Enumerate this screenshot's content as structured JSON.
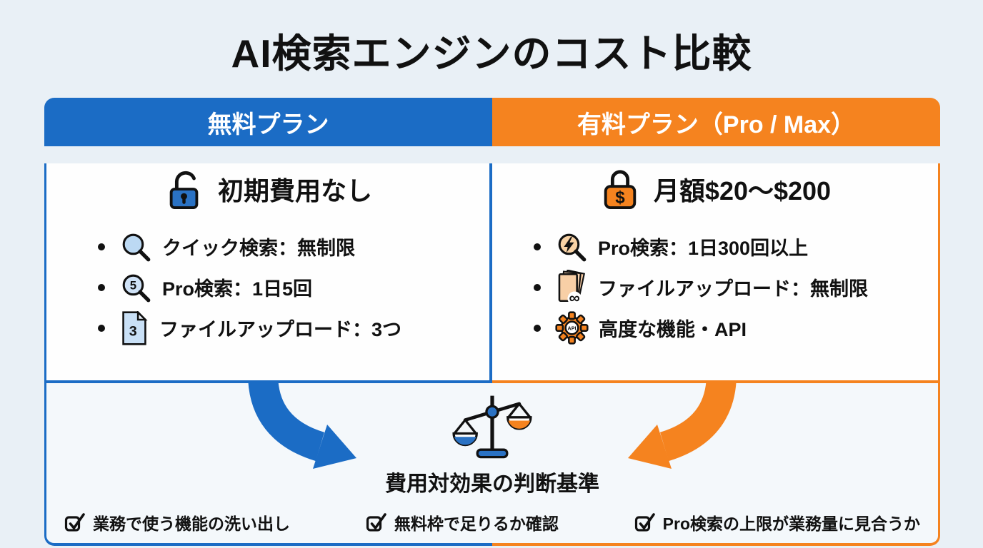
{
  "title": "AI検索エンジンのコスト比較",
  "colors": {
    "blue": "#1b6cc5",
    "orange": "#f5831f",
    "background": "#e9f0f6",
    "panel": "#f4f8fb",
    "icon_light_blue": "#bcd9f3",
    "icon_light_orange": "#f8d2a5"
  },
  "free_plan": {
    "header": "無料プラン",
    "highlight": "初期費用なし",
    "items": [
      {
        "icon": "search-icon",
        "text": "クイック検索：無制限"
      },
      {
        "icon": "search-5-icon",
        "text": "Pro検索：1日5回"
      },
      {
        "icon": "file-3-icon",
        "text": "ファイルアップロード：3つ"
      }
    ]
  },
  "paid_plan": {
    "header": "有料プラン（Pro / Max）",
    "highlight": "月額$20〜$200",
    "items": [
      {
        "icon": "bolt-search-icon",
        "text": "Pro検索：1日300回以上"
      },
      {
        "icon": "files-infinity-icon",
        "text": "ファイルアップロード：無制限"
      },
      {
        "icon": "gear-api-icon",
        "text": "高度な機能・API"
      }
    ]
  },
  "decision": {
    "heading": "費用対効果の判断基準",
    "checklist": [
      "業務で使う機能の洗い出し",
      "無料枠で足りるか確認",
      "Pro検索の上限が業務量に見合うか"
    ]
  },
  "icon_labels": {
    "search_5": "5",
    "file_3": "3",
    "dollar": "$",
    "infinity": "∞",
    "api": "API"
  }
}
